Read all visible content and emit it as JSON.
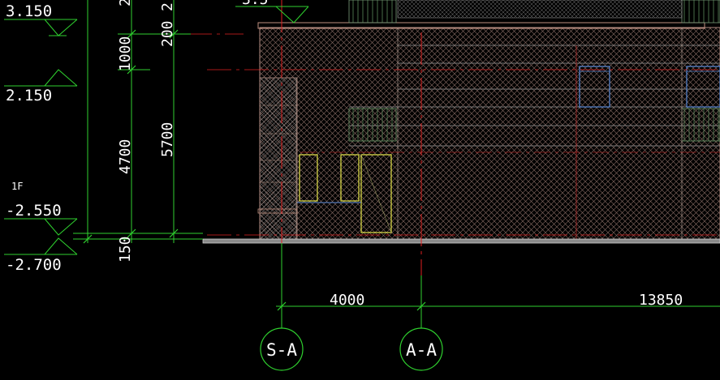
{
  "levels": [
    {
      "value": "3.150"
    },
    {
      "value": "2.150"
    },
    {
      "value": "-2.550"
    },
    {
      "value": "-2.700"
    }
  ],
  "floor_label": "1F",
  "top_partial_label": "3.5",
  "vertical_dims": {
    "col1": [
      "1000",
      "4700",
      "150"
    ],
    "col2": [
      "200",
      "5700"
    ]
  },
  "horizontal_dims": [
    "4000",
    "13850"
  ],
  "grid_bubbles": [
    "S-A",
    "A-A"
  ],
  "colors": {
    "background": "#000000",
    "dimension_line": "#2fd12f",
    "wall_hatch": "#9a7a70",
    "red_line": "#e02020",
    "yellow": "#e6e64a",
    "blue": "#5a8ad8",
    "text": "#ffffff"
  }
}
